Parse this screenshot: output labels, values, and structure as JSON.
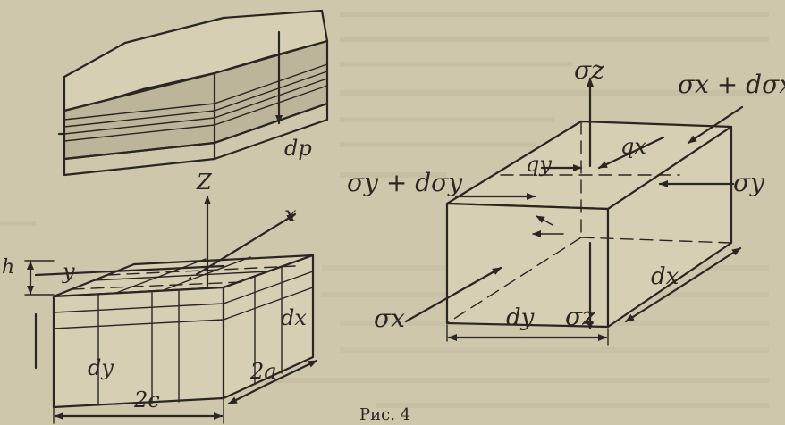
{
  "caption": "Рис. 4",
  "labels": {
    "dp": "dp",
    "z": "Z",
    "x": "x",
    "y": "y",
    "h": "h",
    "dx_left": "dx",
    "dy_left": "dy",
    "two_c": "2c",
    "two_a": "2a",
    "sigma_z_top": "σz",
    "sigma_x_plus": "σx + dσx",
    "qx": "qx",
    "qy": "qy",
    "sigma_y_plus": "σy + dσy",
    "sigma_y": "σy",
    "dx_right": "dx",
    "sigma_x": "σx",
    "dy_right": "dy",
    "sigma_z_bottom": "σz"
  },
  "colors": {
    "paper": "#cfc7ac",
    "ink": "#2a2622"
  }
}
